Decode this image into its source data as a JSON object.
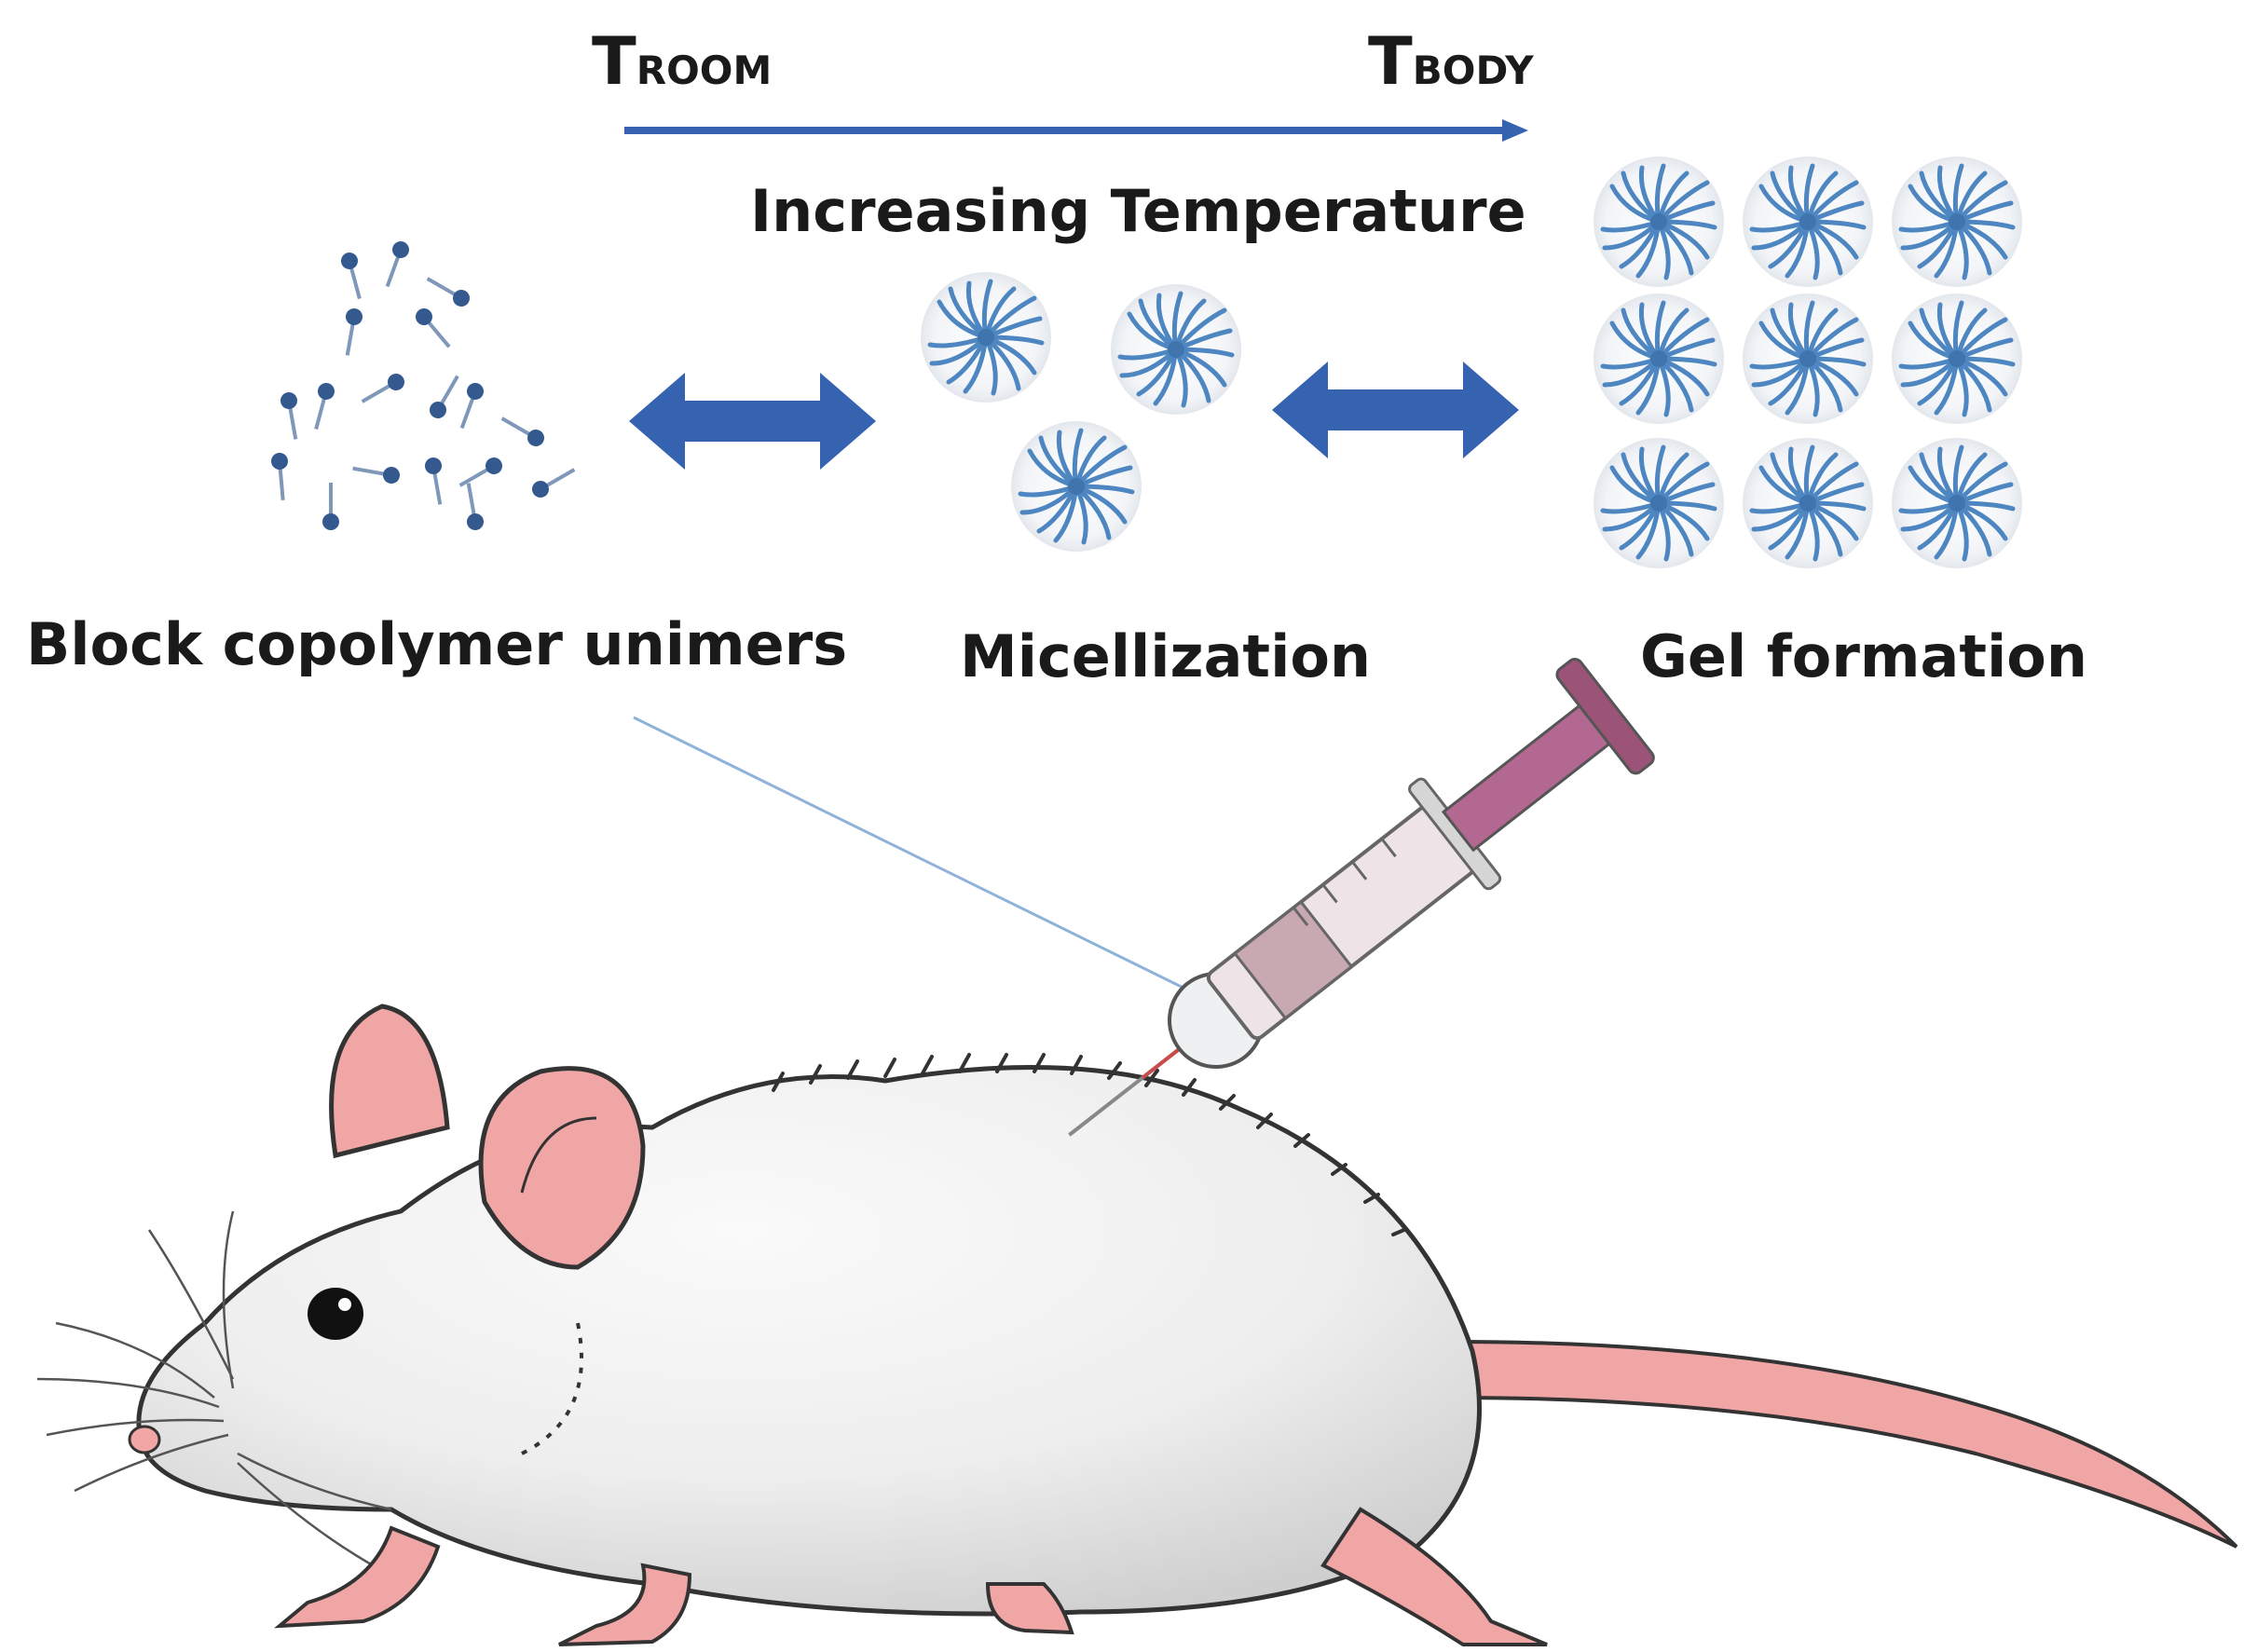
{
  "temperature_axis": {
    "start_main": "T",
    "start_sub": "ROOM",
    "end_main": "T",
    "end_sub": "BODY",
    "caption": "Increasing Temperature"
  },
  "stages": [
    {
      "label": "Block copolymer unimers"
    },
    {
      "label": "Micellization"
    },
    {
      "label": "Gel formation"
    }
  ],
  "colors": {
    "arrow_blue": "#3563b0",
    "micelle_blue": "#4d86c0",
    "unimer_blue": "#34598f",
    "mouse_pink": "#f1a6a6",
    "syringe_plunger": "#b26890"
  }
}
